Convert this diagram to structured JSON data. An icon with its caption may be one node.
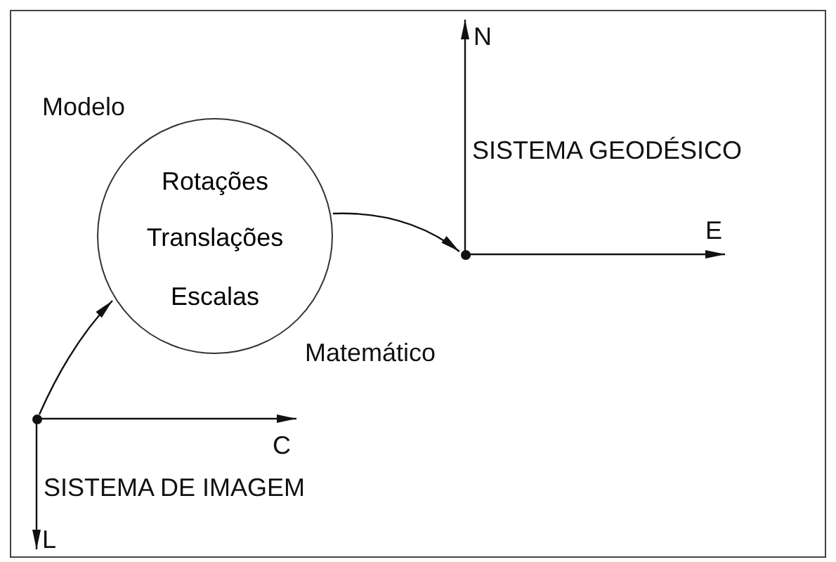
{
  "diagram": {
    "nodes": [
      {
        "text": [
          "Rotações",
          "Translações",
          "Escalas"
        ]
      },
      {
        "text": [],
        "shape": "circle"
      },
      {
        "text": [],
        "shape": "circle"
      }
    ],
    "edges": [
      {
        "from": 2,
        "to": 0,
        "arrow": "to"
      },
      {
        "from": 0,
        "to": 1,
        "arrow": "to"
      }
    ],
    "labels": [
      "N",
      "Modelo",
      "SISTEMA GEODÉSICO",
      "E",
      "Matemático",
      "C",
      "SISTEMA DE IMAGEM",
      "L"
    ]
  }
}
